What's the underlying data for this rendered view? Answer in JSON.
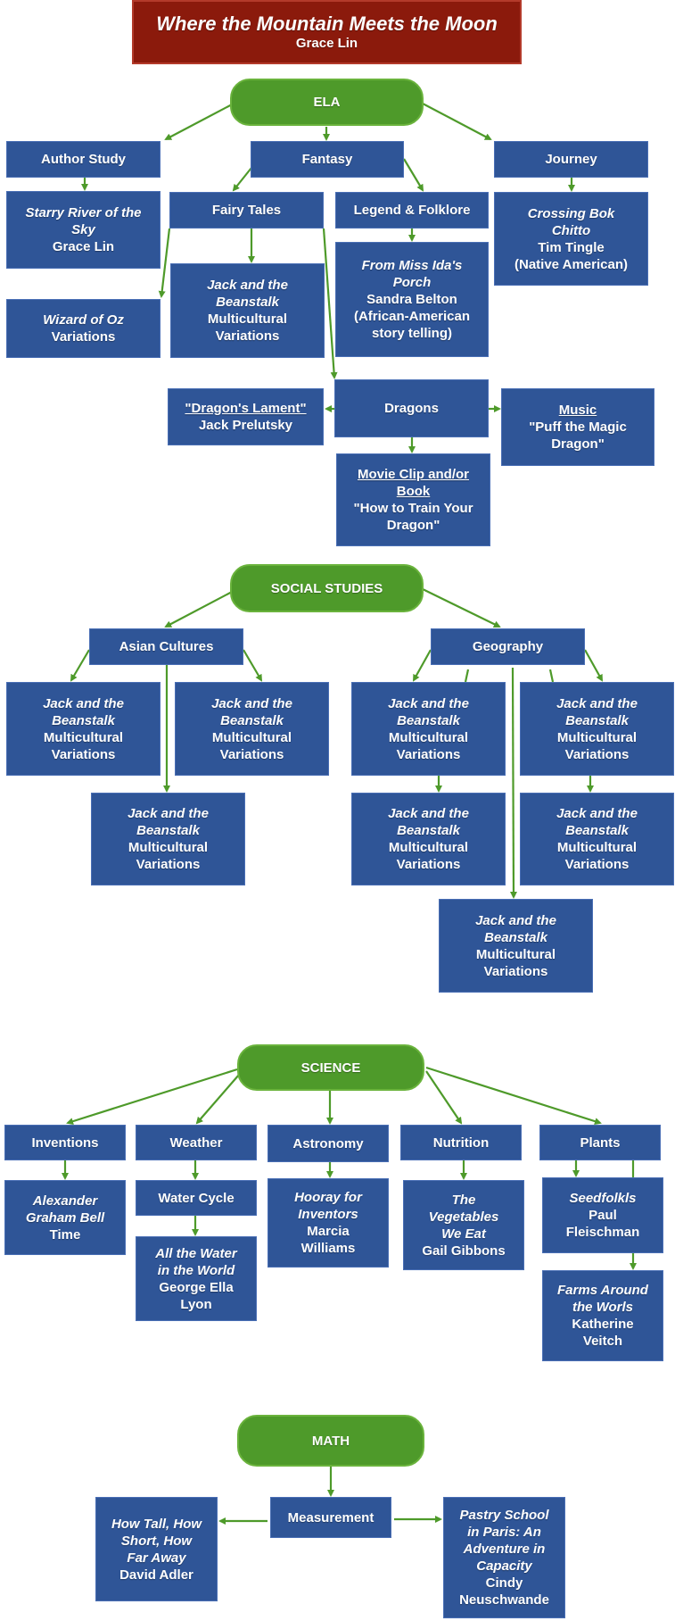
{
  "title": {
    "book": "Where the Mountain Meets the Moon",
    "author": "Grace Lin"
  },
  "colors": {
    "box": "#2f5597",
    "pill": "#4e9a2a",
    "title": "#8b1a0c",
    "arrow": "#4e9a2a"
  },
  "sections": {
    "ela": {
      "label": "ELA",
      "author_study": "Author Study",
      "fantasy": "Fantasy",
      "journey": "Journey",
      "starry": {
        "title1": "Starry River of the",
        "title2": "Sky",
        "author": "Grace Lin"
      },
      "fairy_tales": "Fairy Tales",
      "legend": "Legend & Folklore",
      "crossing": {
        "title1": "Crossing Bok",
        "title2": "Chitto",
        "author": "Tim Tingle",
        "note": "(Native American)"
      },
      "wizard": {
        "title": "Wizard of Oz",
        "sub": "Variations"
      },
      "jack": {
        "l1": "Jack and the",
        "l2": "Beanstalk",
        "l3": "Multicultural",
        "l4": "Variations"
      },
      "miss_ida": {
        "title1": "From Miss Ida's",
        "title2": "Porch",
        "author": "Sandra Belton",
        "note1": "(African-American",
        "note2": "story telling)"
      },
      "dragons": "Dragons",
      "lament": {
        "title": "\"Dragon's Lament\"",
        "author": "Jack Prelutsky"
      },
      "music": {
        "label": "Music",
        "l1": "\"Puff the Magic",
        "l2": "Dragon\""
      },
      "movie": {
        "l1": "Movie Clip and/or",
        "l2": "Book",
        "l3": "\"How to Train Your",
        "l4": "Dragon\""
      }
    },
    "social": {
      "label": "SOCIAL STUDIES",
      "asian": "Asian Cultures",
      "geography": "Geography",
      "jack": {
        "l1": "Jack and the",
        "l2": "Beanstalk",
        "l3": "Multicultural",
        "l4": "Variations"
      }
    },
    "science": {
      "label": "SCIENCE",
      "inventions": "Inventions",
      "weather": "Weather",
      "astronomy": "Astronomy",
      "nutrition": "Nutrition",
      "plants": "Plants",
      "bell": {
        "l1": "Alexander",
        "l2": "Graham Bell",
        "l3": "Time"
      },
      "water_cycle": "Water Cycle",
      "all_water": {
        "l1": "All the Water",
        "l2": "in the World",
        "l3": "George Ella",
        "l4": "Lyon"
      },
      "hooray": {
        "l1": "Hooray for",
        "l2": "Inventors",
        "l3": "Marcia",
        "l4": "Williams"
      },
      "vegetables": {
        "l1": "The",
        "l2": "Vegetables",
        "l3": "We Eat",
        "l4": "Gail Gibbons"
      },
      "seedfolks": {
        "l1": "Seedfolkls",
        "l2": "Paul",
        "l3": "Fleischman"
      },
      "farms": {
        "l1": "Farms Around",
        "l2": "the Worls",
        "l3": "Katherine",
        "l4": "Veitch"
      }
    },
    "math": {
      "label": "MATH",
      "measurement": "Measurement",
      "how_tall": {
        "l1": "How Tall, How",
        "l2": "Short, How",
        "l3": "Far Away",
        "l4": "David Adler"
      },
      "pastry": {
        "l1": "Pastry School",
        "l2": "in Paris: An",
        "l3": "Adventure in",
        "l4": "Capacity",
        "l5": "Cindy",
        "l6": "Neuschwande"
      }
    }
  }
}
